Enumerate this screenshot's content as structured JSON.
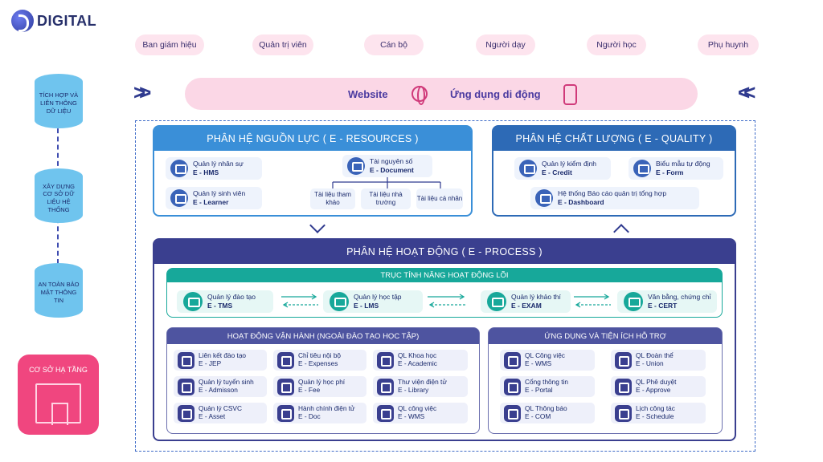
{
  "brand": {
    "logo_text": "DIGITAL"
  },
  "roles": [
    "Ban giám hiệu",
    "Quản trị viên",
    "Cán bộ",
    "Người dạy",
    "Người học",
    "Phụ huynh"
  ],
  "access": {
    "website": "Website",
    "mobile_app": "Ứng dụng di động"
  },
  "left_column": {
    "items": [
      "TÍCH HỢP VÀ LIÊN THÔNG DỮ LIỆU",
      "XÂY DỰNG CƠ SỞ DỮ LIỆU HỆ THỐNG",
      "AN TOÀN BẢO MẬT THÔNG TIN"
    ],
    "infrastructure": "CƠ SỞ HẠ TẦNG"
  },
  "resources": {
    "title": "PHÂN HỆ NGUỒN LỰC ( E - RESOURCES )",
    "modules": [
      {
        "name": "Quản lý nhân sự",
        "code": "E - HMS"
      },
      {
        "name": "Quản lý sinh viên",
        "code": "E - Learner"
      }
    ],
    "digital": {
      "name": "Tài nguyên số",
      "code": "E - Document"
    },
    "digital_children": [
      "Tài liệu tham khảo",
      "Tài liệu nhà trường",
      "Tài liệu cá nhân"
    ]
  },
  "quality": {
    "title": "PHÂN HỆ CHẤT LƯỢNG ( E - QUALITY )",
    "modules": [
      {
        "name": "Quản lý kiểm định",
        "code": "E - Credit"
      },
      {
        "name": "Biểu mẫu tự động",
        "code": "E - Form"
      },
      {
        "name": "Hệ thống Báo cáo quản trị tổng hợp",
        "code": "E - Dashboard"
      }
    ]
  },
  "process": {
    "title": "PHÂN HỆ HOẠT ĐỘNG ( E - PROCESS )",
    "core_title": "TRỤC TÍNH NĂNG HOẠT ĐỘNG LÕI",
    "core_modules": [
      {
        "name": "Quản lý đào tạo",
        "code": "E - TMS"
      },
      {
        "name": "Quản lý học tập",
        "code": "E - LMS"
      },
      {
        "name": "Quản lý khảo thí",
        "code": "E - EXAM"
      },
      {
        "name": "Văn bằng, chứng chỉ",
        "code": "E - CERT"
      }
    ],
    "operations_title": "HOẠT ĐỘNG VẬN HÀNH (NGOÀI ĐÀO TẠO HỌC TẬP)",
    "operations": [
      {
        "name": "Liên kết đào tạo",
        "code": "E - JEP"
      },
      {
        "name": "Chỉ tiêu nội bộ",
        "code": "E - Expenses"
      },
      {
        "name": "QL Khoa học",
        "code": "E - Academic"
      },
      {
        "name": "Quản lý tuyển sinh",
        "code": "E - Admisson"
      },
      {
        "name": "Quản lý học phí",
        "code": "E - Fee"
      },
      {
        "name": "Thư viện điện tử",
        "code": "E - Library"
      },
      {
        "name": "Quản lý CSVC",
        "code": "E - Asset"
      },
      {
        "name": "Hành chính điện tử",
        "code": "E - Doc"
      },
      {
        "name": "QL công việc",
        "code": "E - WMS"
      }
    ],
    "support_title": "ỨNG DỤNG VÀ TIỆN ÍCH HỖ TRỢ",
    "support": [
      {
        "name": "QL Công việc",
        "code": "E - WMS"
      },
      {
        "name": "QL Đoàn thể",
        "code": "E - Union"
      },
      {
        "name": "Cổng thông tin",
        "code": "E - Portal"
      },
      {
        "name": "QL Phê duyệt",
        "code": "E - Approve"
      },
      {
        "name": "QL Thông báo",
        "code": "E - COM"
      },
      {
        "name": "Lịch công tác",
        "code": "E - Schedule"
      }
    ]
  }
}
